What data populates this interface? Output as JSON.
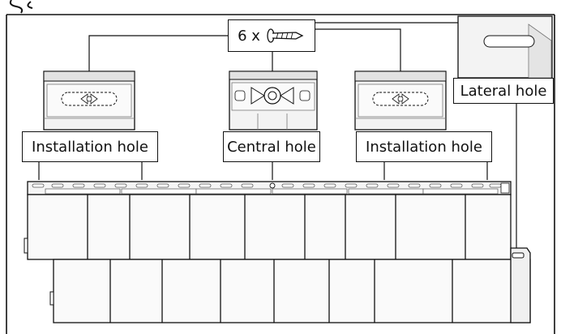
{
  "labels": {
    "screw_quantity": "6 x",
    "installation_hole_left": "Installation hole",
    "central_hole": "Central hole",
    "installation_hole_right": "Installation hole",
    "lateral_hole": "Lateral hole"
  },
  "icons": {
    "screw": "screw-icon"
  },
  "colors": {
    "line": "#111111",
    "background": "#ffffff",
    "panel_light": "#f2f2f2",
    "panel_shade": "#d9d9d9"
  }
}
